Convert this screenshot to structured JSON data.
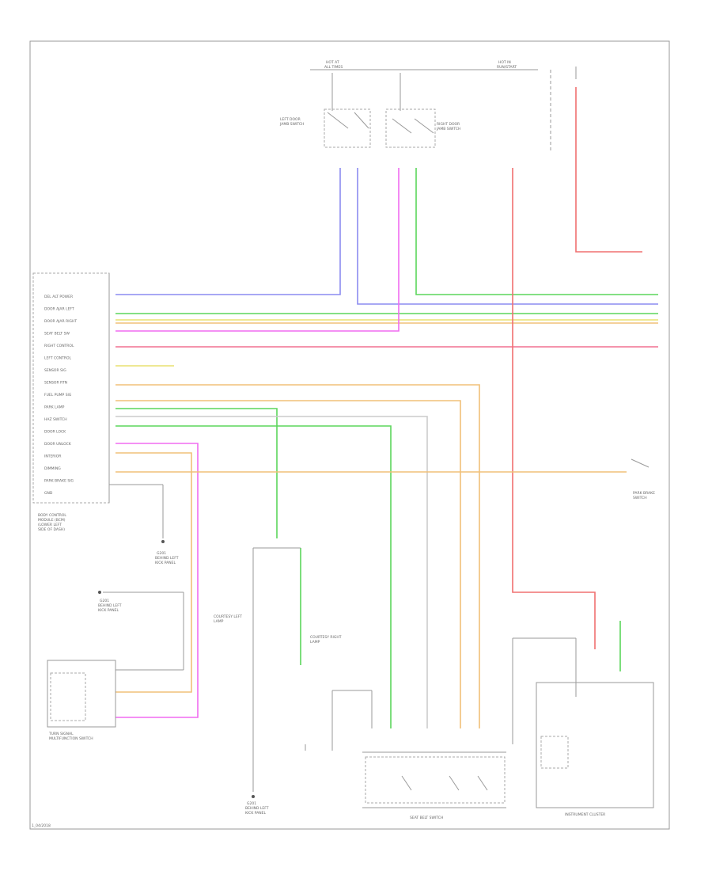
{
  "colors": {
    "blue": "#8c8cf0",
    "green": "#5cd65c",
    "pink": "#f06cf0",
    "red": "#f07070",
    "orange": "#f0c078",
    "yellow": "#e8e070",
    "gray": "#bbbbbb",
    "frame": "#999999"
  },
  "labels": {
    "page_id": "1_04/2018",
    "bcm": [
      "BODY CONTROL",
      "MODULE (BCM)",
      "(LOWER LEFT",
      "SIDE OF DASH)"
    ],
    "seat_belt_switch": [
      "SEAT BELT SWITCH"
    ],
    "instrument_cluster": [
      "INSTRUMENT CLUSTER"
    ],
    "turn_signal_switch": [
      "TURN SIGNAL",
      "MULTIFUNCTION SWITCH"
    ],
    "ground_bcm": [
      "G201",
      "BEHIND LEFT",
      "KICK PANEL"
    ],
    "ground_bottom": [
      "G201",
      "BEHIND LEFT",
      "KICK PANEL"
    ],
    "ground_left": [
      "G201",
      "BEHIND LEFT",
      "KICK PANEL"
    ],
    "hot_at_all_times": [
      "HOT AT",
      "ALL TIMES"
    ],
    "hot_in_run": [
      "HOT IN",
      "RUN/START"
    ],
    "park_brake_switch": [
      "PARK BRAKE",
      "SWITCH"
    ],
    "left_door_switch": [
      "LEFT DOOR",
      "JAMB SWITCH"
    ],
    "right_door_switch": [
      "RIGHT DOOR",
      "JAMB SWITCH"
    ],
    "left_courtesy": [
      "COURTESY LEFT",
      "LAMP"
    ],
    "right_courtesy": [
      "COURTESY RIGHT",
      "LAMP"
    ]
  },
  "bcm_pins": [
    "DEL ALT POWER",
    "DOOR AJAR LEFT",
    "DOOR AJAR RIGHT",
    "SEAT BELT SW",
    "RIGHT CONTROL",
    "LEFT CONTROL",
    "SENSOR SIG",
    "SENSOR RTN",
    "FUEL PUMP SIG",
    "PARK LAMP",
    "HAZ SWITCH",
    "DOOR LOCK",
    "DOOR UNLOCK",
    "INTERIOR",
    "DIMMING",
    "PARK BRAKE SIG",
    "GND"
  ]
}
